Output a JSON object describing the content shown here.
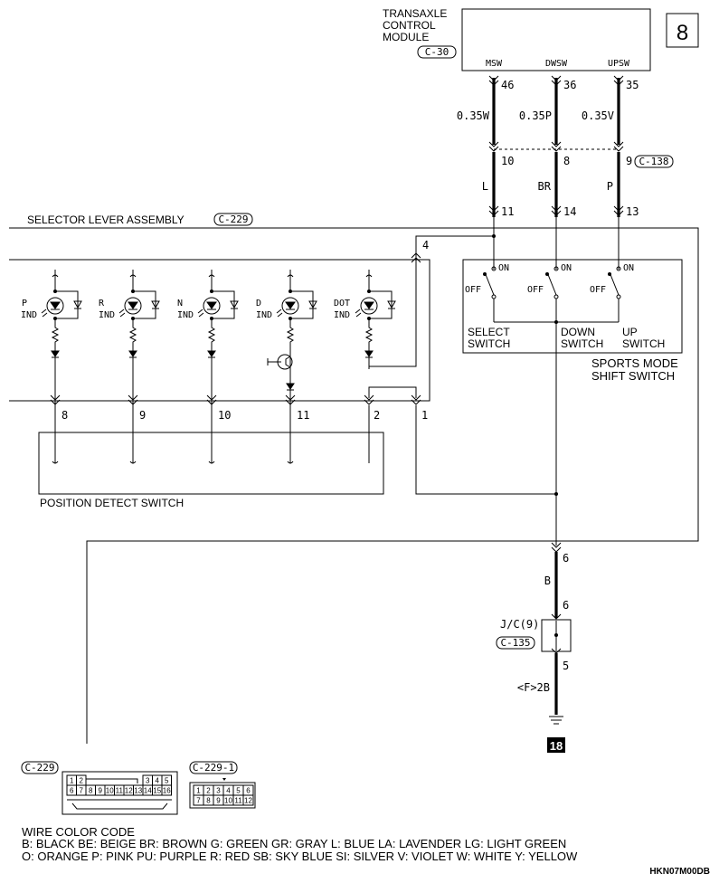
{
  "page_number": "8",
  "tcm": {
    "title_lines": [
      "TRANSAXLE",
      "CONTROL",
      "MODULE"
    ],
    "connector": "C-30",
    "pins": [
      {
        "name": "MSW",
        "num": "46",
        "wire": "0.35W"
      },
      {
        "name": "DWSW",
        "num": "36",
        "wire": "0.35P"
      },
      {
        "name": "UPSW",
        "num": "35",
        "wire": "0.35V"
      }
    ]
  },
  "joint_connector": {
    "id": "C-138",
    "pins": [
      "10",
      "8",
      "9"
    ]
  },
  "selector": {
    "title": "SELECTOR LEVER ASSEMBLY",
    "connector": "C-229",
    "wire_colors": [
      "L",
      "BR",
      "P"
    ],
    "pins": [
      "11",
      "14",
      "13"
    ],
    "indicators": [
      "P|IND",
      "R|IND",
      "N|IND",
      "D|IND",
      "DOT|IND"
    ],
    "detect_pins": [
      "8",
      "9",
      "10",
      "11",
      "2",
      "1"
    ],
    "pin4": "4"
  },
  "switches": {
    "on_label": "ON",
    "off_label": "OFF",
    "names": [
      "SELECT|SWITCH",
      "DOWN|SWITCH",
      "UP|SWITCH"
    ],
    "group_label": [
      "SPORTS MODE",
      "SHIFT SWITCH"
    ]
  },
  "position_detect_switch": "POSITION DETECT SWITCH",
  "ground_path": {
    "pin_top": "6",
    "wire": "B",
    "jc_in": "6",
    "jc_label": "J/C(9)",
    "jc_connector": "C-135",
    "jc_out": "5",
    "f_label": "<F>2B",
    "ground_number": "18"
  },
  "connector_views": [
    {
      "label": "C-229",
      "rows": [
        [
          "1",
          "2",
          "",
          "",
          "",
          "",
          "",
          "",
          "3",
          "4",
          "5"
        ],
        [
          "6",
          "7",
          "8",
          "9",
          "10",
          "11",
          "12",
          "13",
          "14",
          "15",
          "16"
        ]
      ]
    },
    {
      "label": "C-229-1",
      "rows": [
        [
          "1",
          "2",
          "3",
          "4",
          "5",
          "6"
        ],
        [
          "7",
          "8",
          "9",
          "10",
          "11",
          "12"
        ]
      ]
    }
  ],
  "wire_color_code": {
    "title": "WIRE COLOR CODE",
    "line1": "B: BLACK   BE: BEIGE   BR: BROWN   G: GREEN   GR: GRAY   L: BLUE   LA: LAVENDER   LG: LIGHT GREEN",
    "line2": "O: ORANGE   P: PINK   PU: PURPLE   R: RED   SB: SKY BLUE   SI: SILVER   V: VIOLET   W: WHITE   Y: YELLOW"
  },
  "figure_code": "HKN07M00DB"
}
